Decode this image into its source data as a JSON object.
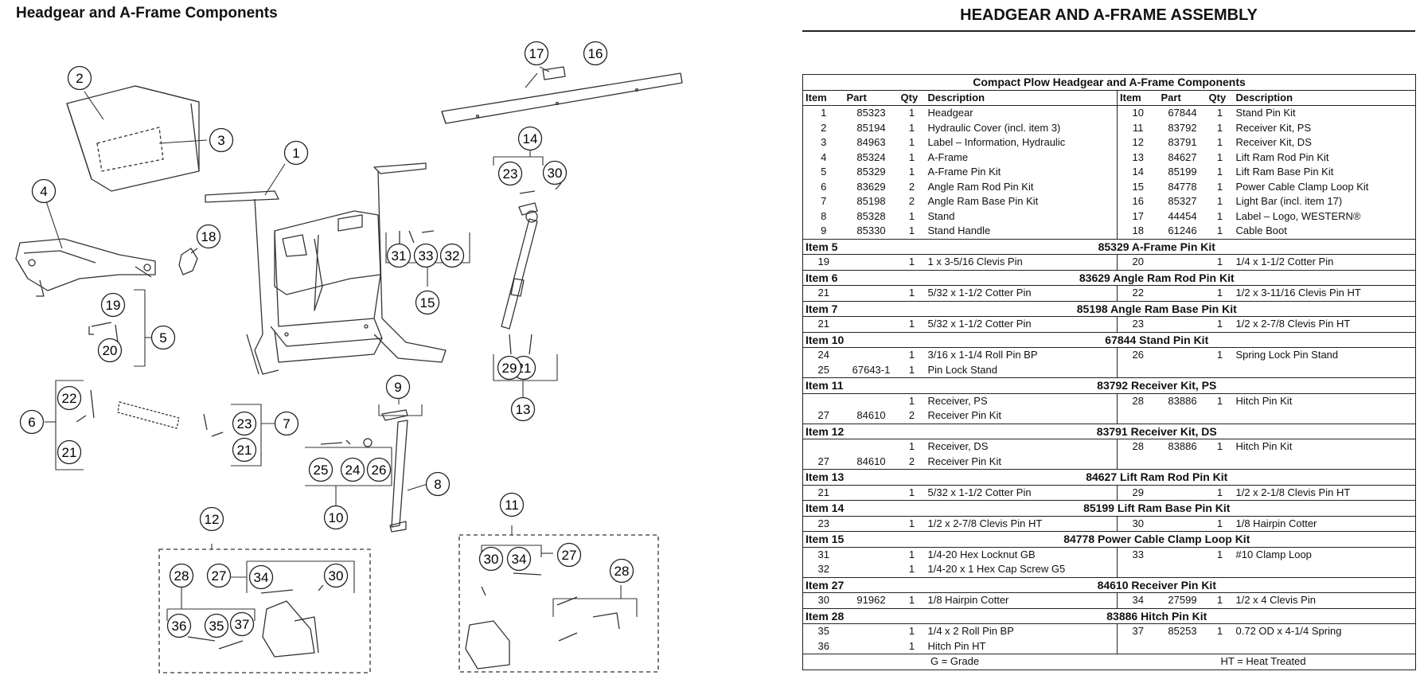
{
  "left_title": "Headgear and A-Frame Components",
  "right_title": "HEADGEAR AND A-FRAME ASSEMBLY",
  "table": {
    "caption": "Compact Plow Headgear and A-Frame Components",
    "headers": [
      "Item",
      "Part",
      "Qty",
      "Description",
      "Item",
      "Part",
      "Qty",
      "Description"
    ],
    "rows": [
      [
        "1",
        "85323",
        "1",
        "Headgear",
        "10",
        "67844",
        "1",
        "Stand Pin Kit"
      ],
      [
        "2",
        "85194",
        "1",
        "Hydraulic Cover (incl. item 3)",
        "11",
        "83792",
        "1",
        "Receiver Kit, PS"
      ],
      [
        "3",
        "84963",
        "1",
        "Label – Information, Hydraulic",
        "12",
        "83791",
        "1",
        "Receiver Kit, DS"
      ],
      [
        "4",
        "85324",
        "1",
        "A-Frame",
        "13",
        "84627",
        "1",
        "Lift Ram Rod Pin Kit"
      ],
      [
        "5",
        "85329",
        "1",
        "A-Frame Pin Kit",
        "14",
        "85199",
        "1",
        "Lift Ram Base Pin Kit"
      ],
      [
        "6",
        "83629",
        "2",
        "Angle Ram Rod Pin Kit",
        "15",
        "84778",
        "1",
        "Power Cable Clamp Loop Kit"
      ],
      [
        "7",
        "85198",
        "2",
        "Angle Ram Base Pin Kit",
        "16",
        "85327",
        "1",
        "Light Bar (incl. item 17)"
      ],
      [
        "8",
        "85328",
        "1",
        "Stand",
        "17",
        "44454",
        "1",
        "Label – Logo, WESTERN®"
      ],
      [
        "9",
        "85330",
        "1",
        "Stand Handle",
        "18",
        "61246",
        "1",
        "Cable Boot"
      ]
    ],
    "kits": [
      {
        "item": "Item 5",
        "title": "85329  A-Frame Pin Kit",
        "rows": [
          [
            "19",
            "",
            "1",
            "1 x 3-5/16 Clevis Pin",
            "20",
            "",
            "1",
            "1/4 x 1-1/2 Cotter Pin"
          ]
        ]
      },
      {
        "item": "Item 6",
        "title": "83629  Angle Ram Rod Pin Kit",
        "rows": [
          [
            "21",
            "",
            "1",
            "5/32 x 1-1/2 Cotter Pin",
            "22",
            "",
            "1",
            "1/2 x 3-11/16 Clevis Pin HT"
          ]
        ]
      },
      {
        "item": "Item 7",
        "title": "85198  Angle Ram Base Pin Kit",
        "rows": [
          [
            "21",
            "",
            "1",
            "5/32 x 1-1/2 Cotter Pin",
            "23",
            "",
            "1",
            "1/2 x 2-7/8 Clevis Pin HT"
          ]
        ]
      },
      {
        "item": "Item 10",
        "title": "67844  Stand Pin Kit",
        "rows": [
          [
            "24",
            "",
            "1",
            "3/16 x 1-1/4 Roll Pin BP",
            "26",
            "",
            "1",
            "Spring Lock Pin Stand"
          ],
          [
            "25",
            "67643-1",
            "1",
            "Pin Lock Stand",
            "",
            "",
            "",
            ""
          ]
        ]
      },
      {
        "item": "Item 11",
        "title": "83792  Receiver Kit, PS",
        "rows": [
          [
            "",
            "",
            "1",
            "Receiver, PS",
            "28",
            "83886",
            "1",
            "Hitch Pin Kit"
          ],
          [
            "27",
            "84610",
            "2",
            "Receiver Pin Kit",
            "",
            "",
            "",
            ""
          ]
        ]
      },
      {
        "item": "Item 12",
        "title": "83791  Receiver Kit, DS",
        "rows": [
          [
            "",
            "",
            "1",
            "Receiver, DS",
            "28",
            "83886",
            "1",
            "Hitch Pin Kit"
          ],
          [
            "27",
            "84610",
            "2",
            "Receiver Pin Kit",
            "",
            "",
            "",
            ""
          ]
        ]
      },
      {
        "item": "Item 13",
        "title": "84627  Lift Ram Rod Pin Kit",
        "rows": [
          [
            "21",
            "",
            "1",
            "5/32 x 1-1/2 Cotter Pin",
            "29",
            "",
            "1",
            "1/2 x 2-1/8 Clevis Pin HT"
          ]
        ]
      },
      {
        "item": "Item 14",
        "title": "85199  Lift Ram Base Pin Kit",
        "rows": [
          [
            "23",
            "",
            "1",
            "1/2 x 2-7/8 Clevis Pin HT",
            "30",
            "",
            "1",
            "1/8 Hairpin Cotter"
          ]
        ]
      },
      {
        "item": "Item 15",
        "title": "84778  Power Cable Clamp Loop Kit",
        "rows": [
          [
            "31",
            "",
            "1",
            "1/4-20 Hex Locknut GB",
            "33",
            "",
            "1",
            "#10 Clamp Loop"
          ],
          [
            "32",
            "",
            "1",
            "1/4-20 x 1 Hex Cap Screw G5",
            "",
            "",
            "",
            ""
          ]
        ]
      },
      {
        "item": "Item 27",
        "title": "84610  Receiver Pin Kit",
        "rows": [
          [
            "30",
            "91962",
            "1",
            "1/8 Hairpin Cotter",
            "34",
            "27599",
            "1",
            "1/2 x 4 Clevis Pin"
          ]
        ]
      },
      {
        "item": "Item 28",
        "title": "83886  Hitch Pin Kit",
        "rows": [
          [
            "35",
            "",
            "1",
            "1/4 x 2 Roll Pin BP",
            "37",
            "85253",
            "1",
            "0.72 OD x 4-1/4 Spring"
          ],
          [
            "36",
            "",
            "1",
            "Hitch Pin HT",
            "",
            "",
            "",
            ""
          ]
        ]
      }
    ],
    "notes": {
      "left": "G = Grade",
      "right": "HT = Heat Treated"
    }
  },
  "callouts": [
    {
      "n": "1"
    },
    {
      "n": "2"
    },
    {
      "n": "3"
    },
    {
      "n": "4"
    },
    {
      "n": "5"
    },
    {
      "n": "6"
    },
    {
      "n": "7"
    },
    {
      "n": "8"
    },
    {
      "n": "9"
    },
    {
      "n": "10"
    },
    {
      "n": "11"
    },
    {
      "n": "12"
    },
    {
      "n": "13"
    },
    {
      "n": "14"
    },
    {
      "n": "15"
    },
    {
      "n": "16"
    },
    {
      "n": "17"
    },
    {
      "n": "18"
    },
    {
      "n": "19"
    },
    {
      "n": "20"
    },
    {
      "n": "21"
    },
    {
      "n": "21"
    },
    {
      "n": "21"
    },
    {
      "n": "22"
    },
    {
      "n": "23"
    },
    {
      "n": "23"
    },
    {
      "n": "24"
    },
    {
      "n": "25"
    },
    {
      "n": "26"
    },
    {
      "n": "27"
    },
    {
      "n": "27"
    },
    {
      "n": "28"
    },
    {
      "n": "28"
    },
    {
      "n": "29"
    },
    {
      "n": "30"
    },
    {
      "n": "30"
    },
    {
      "n": "30"
    },
    {
      "n": "31"
    },
    {
      "n": "32"
    },
    {
      "n": "33"
    },
    {
      "n": "34"
    },
    {
      "n": "34"
    },
    {
      "n": "35"
    },
    {
      "n": "36"
    },
    {
      "n": "37"
    }
  ]
}
